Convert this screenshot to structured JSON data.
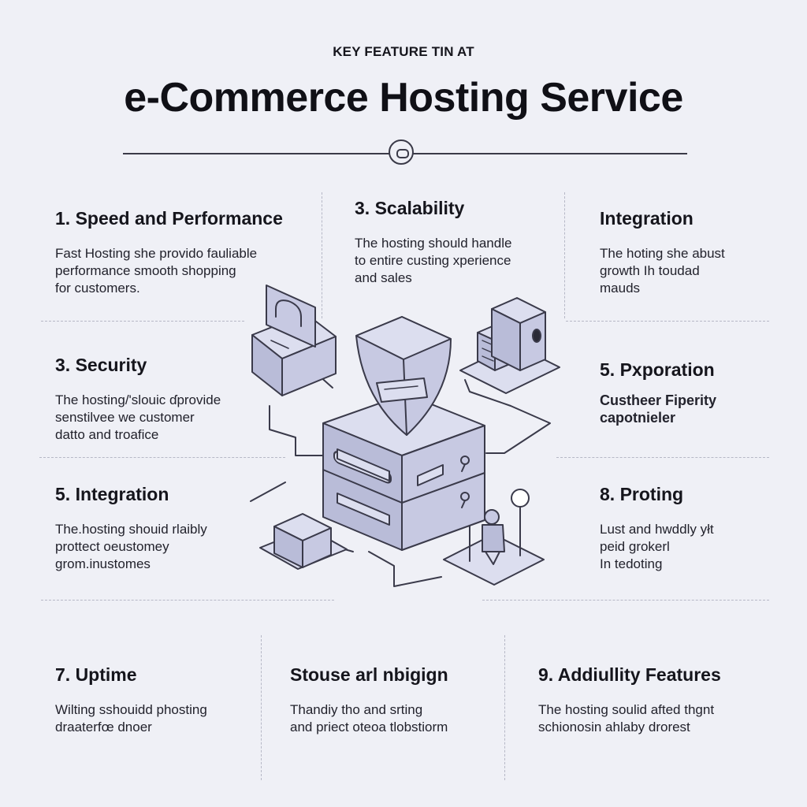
{
  "header": {
    "kicker": "KEY FEATURE TIN AT",
    "title": "e-Commerce Hosting Service"
  },
  "features": [
    {
      "title": "1.  Speed and Performance",
      "body": "Fast Hosting she provido fauliable\nperformance smooth shopping\nfor customers."
    },
    {
      "title": "3.  Scalability",
      "body": "The hosting should handle\nto entire custing xperience\nand sales"
    },
    {
      "title": "Integration",
      "body": "The hoting she abust\ngrowth Ih toudad\nmauds"
    },
    {
      "title": "3.  Security",
      "body": "The hosting/'slouic ɗprovide\nsenstilvee we customer\ndatto and troafice"
    },
    {
      "title": "5.  Pxporation",
      "body": "Custheer Fiperity\ncapotnieler"
    },
    {
      "title": "5.  Integration",
      "body": "The.hosting shouid rlaibly\nprottect oeustomey\ngrom.inustomes"
    },
    {
      "title": "8.  Proting",
      "body": "Lust and hwddly yłt\npeid grokerl\nIn tedoting"
    },
    {
      "title": "7.  Uptime",
      "body": "Wilting sshouidd phosting\ndraaterfœ dnoer"
    },
    {
      "title": "Stouse arl nbigign",
      "body": "Thandiy tho and srting\nand priect oteoa tlobstiorm"
    },
    {
      "title": "9.  Addiullity Features",
      "body": "The hosting soulid afted thgnt\nschionosin ahlaby drorest"
    }
  ],
  "colors": {
    "background": "#eff0f6",
    "illustration_fill": "#c7c9e2",
    "illustration_top": "#dcdeef",
    "illustration_stroke": "#3a3a4a"
  },
  "icons": [
    "padlock-icon",
    "shield-icon",
    "server-icon",
    "computer-icon",
    "box-icon",
    "person-icon"
  ]
}
